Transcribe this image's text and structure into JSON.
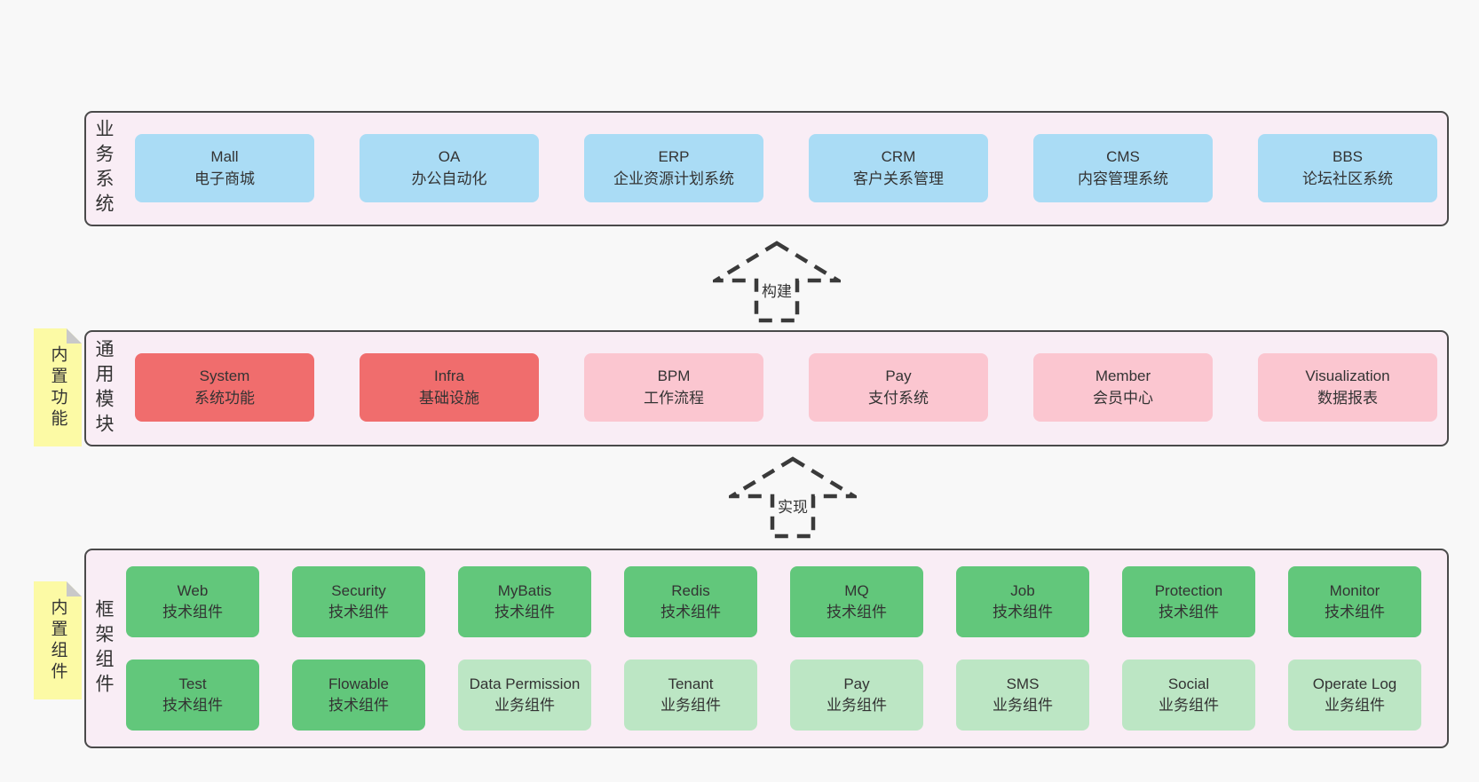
{
  "colors": {
    "page_bg": "#f8f8f8",
    "layer_bg": "#f9edf5",
    "layer_border": "#4a4a4a",
    "blue_box": "#aadcf5",
    "red_box": "#f06d6d",
    "pink_box": "#fbc6d0",
    "green_box": "#62c77b",
    "light_green_box": "#bce6c4",
    "sticky_yellow": "#fcfaa5",
    "sticky_fold": "#c9c9c9",
    "text": "#333333"
  },
  "layers": [
    {
      "label": "业务系统",
      "boxes": [
        {
          "title": "Mall",
          "subtitle": "电子商城",
          "variant": "blue"
        },
        {
          "title": "OA",
          "subtitle": "办公自动化",
          "variant": "blue"
        },
        {
          "title": "ERP",
          "subtitle": "企业资源计划系统",
          "variant": "blue"
        },
        {
          "title": "CRM",
          "subtitle": "客户关系管理",
          "variant": "blue"
        },
        {
          "title": "CMS",
          "subtitle": "内容管理系统",
          "variant": "blue"
        },
        {
          "title": "BBS",
          "subtitle": "论坛社区系统",
          "variant": "blue"
        }
      ]
    },
    {
      "label": "通用模块",
      "sticky": "内置功能",
      "boxes": [
        {
          "title": "System",
          "subtitle": "系统功能",
          "variant": "red"
        },
        {
          "title": "Infra",
          "subtitle": "基础设施",
          "variant": "red"
        },
        {
          "title": "BPM",
          "subtitle": "工作流程",
          "variant": "pink"
        },
        {
          "title": "Pay",
          "subtitle": "支付系统",
          "variant": "pink"
        },
        {
          "title": "Member",
          "subtitle": "会员中心",
          "variant": "pink"
        },
        {
          "title": "Visualization",
          "subtitle": "数据报表",
          "variant": "pink"
        }
      ]
    },
    {
      "label": "框架组件",
      "sticky": "内置组件",
      "rows": [
        [
          {
            "title": "Web",
            "subtitle": "技术组件",
            "variant": "green"
          },
          {
            "title": "Security",
            "subtitle": "技术组件",
            "variant": "green"
          },
          {
            "title": "MyBatis",
            "subtitle": "技术组件",
            "variant": "green"
          },
          {
            "title": "Redis",
            "subtitle": "技术组件",
            "variant": "green"
          },
          {
            "title": "MQ",
            "subtitle": "技术组件",
            "variant": "green"
          },
          {
            "title": "Job",
            "subtitle": "技术组件",
            "variant": "green"
          },
          {
            "title": "Protection",
            "subtitle": "技术组件",
            "variant": "green"
          },
          {
            "title": "Monitor",
            "subtitle": "技术组件",
            "variant": "green"
          }
        ],
        [
          {
            "title": "Test",
            "subtitle": "技术组件",
            "variant": "green"
          },
          {
            "title": "Flowable",
            "subtitle": "技术组件",
            "variant": "green"
          },
          {
            "title": "Data Permission",
            "subtitle": "业务组件",
            "variant": "lightgreen"
          },
          {
            "title": "Tenant",
            "subtitle": "业务组件",
            "variant": "lightgreen"
          },
          {
            "title": "Pay",
            "subtitle": "业务组件",
            "variant": "lightgreen"
          },
          {
            "title": "SMS",
            "subtitle": "业务组件",
            "variant": "lightgreen"
          },
          {
            "title": "Social",
            "subtitle": "业务组件",
            "variant": "lightgreen"
          },
          {
            "title": "Operate Log",
            "subtitle": "业务组件",
            "variant": "lightgreen"
          }
        ]
      ]
    }
  ],
  "arrows": [
    {
      "label": "构建"
    },
    {
      "label": "实现"
    }
  ]
}
